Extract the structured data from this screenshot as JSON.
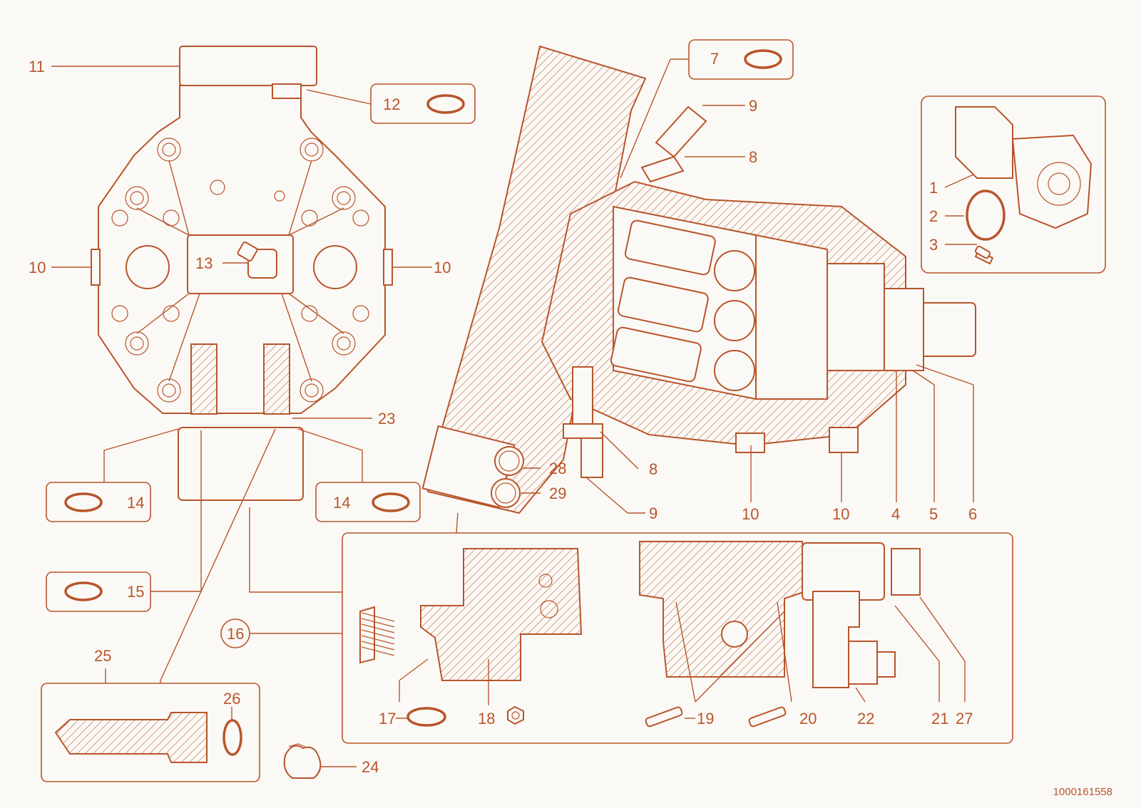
{
  "colors": {
    "accent": "#b8552a",
    "background": "#fbf9f6"
  },
  "document_number": "1000161558",
  "callouts": {
    "c1": "1",
    "c2": "2",
    "c3": "3",
    "c4": "4",
    "c5": "5",
    "c6": "6",
    "c7": "7",
    "c8a": "8",
    "c8b": "8",
    "c9a": "9",
    "c9b": "9",
    "c10a": "10",
    "c10b": "10",
    "c10c": "10",
    "c10d": "10",
    "c11": "11",
    "c12": "12",
    "c13": "13",
    "c14a": "14",
    "c14b": "14",
    "c15": "15",
    "c16": "16",
    "c17": "17",
    "c18": "18",
    "c19": "19",
    "c20": "20",
    "c21": "21",
    "c22": "22",
    "c23": "23",
    "c24": "24",
    "c25": "25",
    "c26": "26",
    "c27": "27",
    "c28": "28",
    "c29": "29"
  }
}
